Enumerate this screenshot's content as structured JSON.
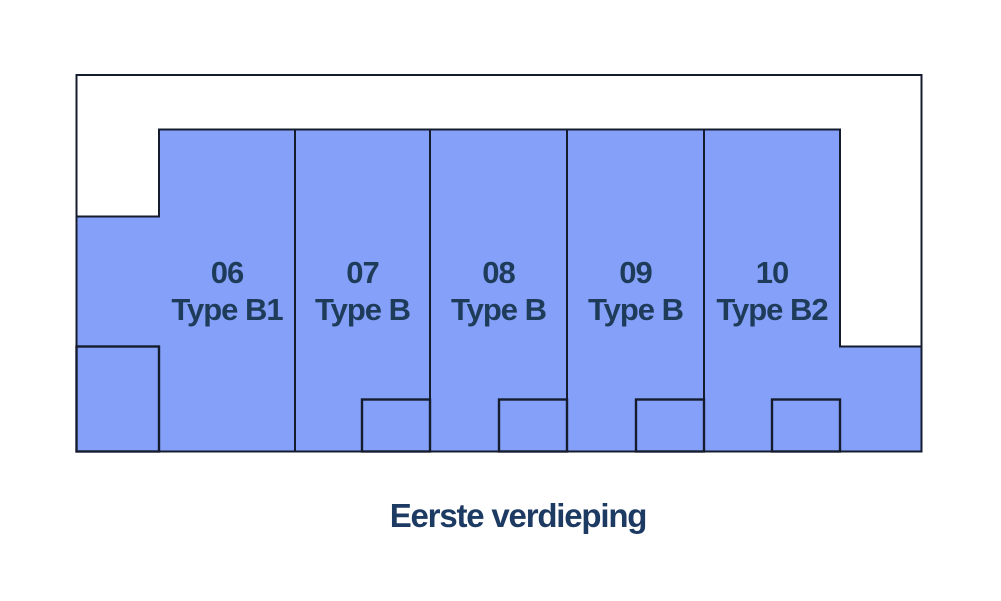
{
  "title": "Eerste verdieping",
  "units": [
    {
      "number": "06",
      "type_label": "Type B1"
    },
    {
      "number": "07",
      "type_label": "Type B"
    },
    {
      "number": "08",
      "type_label": "Type B"
    },
    {
      "number": "09",
      "type_label": "Type B"
    },
    {
      "number": "10",
      "type_label": "Type B2"
    }
  ],
  "colors": {
    "background": "#FFFFFF",
    "unit_fill": "#85A0F8",
    "stroke": "#141C2E",
    "unit_label": "#1E3C5A",
    "title_color": "#1D3A63"
  }
}
